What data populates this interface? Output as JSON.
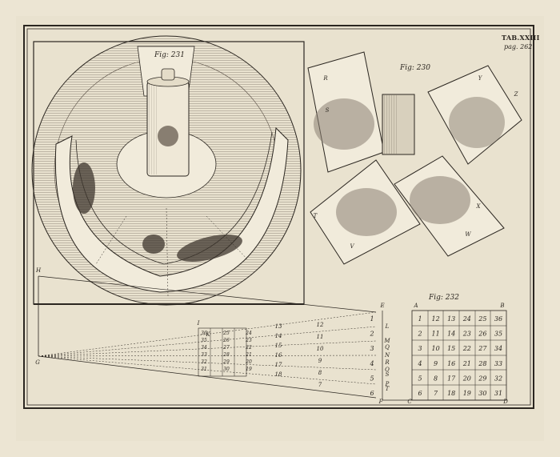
{
  "plate": {
    "title": "TAB.XXIII",
    "page_ref": "pag. 262."
  },
  "fig231": {
    "label": "Fig: 231"
  },
  "fig230": {
    "label": "Fig: 230",
    "letters": [
      "R",
      "S",
      "T",
      "V",
      "W",
      "X",
      "Y",
      "Z"
    ]
  },
  "fig232": {
    "label": "Fig: 232",
    "letters": [
      "H",
      "G",
      "I",
      "K",
      "E",
      "A",
      "B",
      "C",
      "D",
      "F",
      "L",
      "M",
      "N",
      "O",
      "P",
      "Q",
      "R",
      "S",
      "T"
    ],
    "right_grid": [
      [
        "1",
        "12",
        "13",
        "24",
        "25",
        "36"
      ],
      [
        "2",
        "11",
        "14",
        "23",
        "26",
        "35"
      ],
      [
        "3",
        "10",
        "15",
        "22",
        "27",
        "34"
      ],
      [
        "4",
        "9",
        "16",
        "21",
        "28",
        "33"
      ],
      [
        "5",
        "8",
        "17",
        "20",
        "29",
        "32"
      ],
      [
        "6",
        "7",
        "18",
        "19",
        "30",
        "31"
      ]
    ],
    "left_col": [
      "1",
      "2",
      "3",
      "4",
      "5",
      "6"
    ],
    "mid_col": [
      "12",
      "11",
      "10",
      "9",
      "8",
      "7"
    ],
    "mid_col2": [
      "13",
      "14",
      "15",
      "16",
      "17",
      "18"
    ],
    "small_cols": [
      [
        "36",
        "35",
        "34",
        "33",
        "32",
        "31"
      ],
      [
        "25",
        "26",
        "27",
        "28",
        "29",
        "30"
      ],
      [
        "24",
        "23",
        "22",
        "21",
        "20",
        "19"
      ]
    ]
  },
  "colors": {
    "paper": "#ece5d3",
    "ink": "#2b2620"
  }
}
